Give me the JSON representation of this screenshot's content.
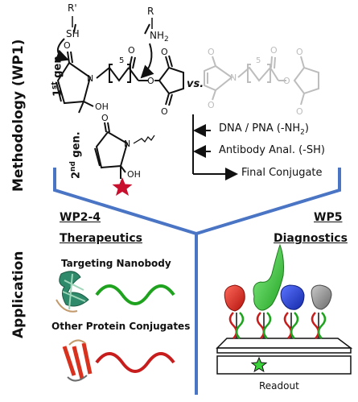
{
  "sidebar": {
    "methodology": "Methodology (WP1)",
    "application": "Application"
  },
  "methodology": {
    "gen1_num": "1",
    "gen1_sup": "st",
    "gen1_word": " gen.",
    "gen2_num": "2",
    "gen2_sup": "nd",
    "gen2_word": " gen.",
    "vs": "vs.",
    "R_prime": "R'",
    "R": "R",
    "SH": "SH",
    "NH": "NH",
    "NH_sub": "2",
    "OH": "OH",
    "O": "O",
    "N": "N",
    "n": "5",
    "dna_a": "DNA / PNA (-NH",
    "dna_sub": "2",
    "dna_b": ")",
    "antibody": "Antibody Anal. (-SH)",
    "final": "Final Conjugate"
  },
  "therapeutics": {
    "wp": "WP2-4",
    "title": "Therapeutics",
    "nanobody": "Targeting Nanobody",
    "other": "Other Protein Conjugates"
  },
  "diagnostics": {
    "wp": "WP5",
    "title": "Diagnostics",
    "readout": "Readout"
  },
  "colors": {
    "divider": "#4a74c4",
    "dna_green": "#1fa31f",
    "dna_red": "#c81d1d",
    "star": "#c8102e",
    "probe_red": "#e8302a",
    "probe_green": "#3ad43a",
    "probe_blue": "#2646d8",
    "probe_gray": "#8a8a8a",
    "ghost": "#bdbdbd"
  },
  "icons": {
    "star": "star-icon",
    "nanobody": "nanobody-protein-icon",
    "helix": "helix-protein-icon"
  }
}
